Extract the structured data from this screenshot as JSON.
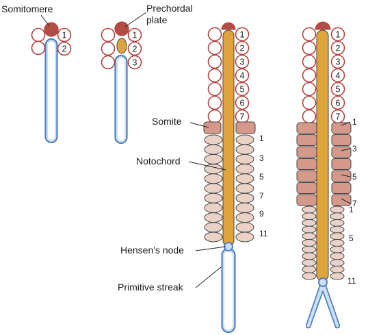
{
  "labels": {
    "somitomere": "Somitomere",
    "prechordal_line1": "Prechordal",
    "prechordal_line2": "plate",
    "somite": "Somite",
    "notochord": "Notochord",
    "hensens_node": "Hensen's node",
    "primitive_streak": "Primitive streak"
  },
  "somitomere_numbers": [
    "1",
    "2",
    "3",
    "4",
    "5",
    "6",
    "7"
  ],
  "stage3_somite_numbers": [
    "1",
    "3",
    "5",
    "7",
    "9",
    "11"
  ],
  "stage4_somite_numbers": [
    "1",
    "3",
    "5",
    "7"
  ],
  "stage4_lower_numbers": [
    "1",
    "5",
    "11"
  ],
  "colors": {
    "somitomere_outline": "#b5403c",
    "prechordal_plate": "#b24d45",
    "notochord": "#e0a43c",
    "primitive_streak_outline": "#4f7fc0",
    "primitive_streak_fill": "#cde0f3",
    "somite_dark": "#d4998a",
    "somite_light": "#ebd2c6",
    "outline": "#444444"
  }
}
